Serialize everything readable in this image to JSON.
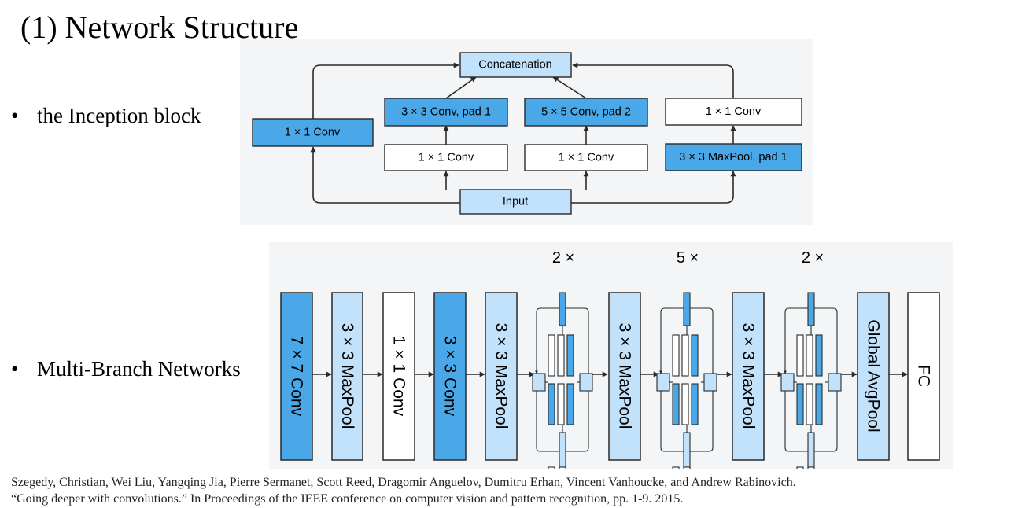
{
  "slide": {
    "title": "(1)  Network Structure",
    "bullet_glyph": "•",
    "bullets": [
      "the Inception block",
      "Multi-Branch Networks"
    ],
    "reference": [
      "Szegedy, Christian, Wei Liu, Yangqing Jia, Pierre Sermanet, Scott Reed, Dragomir Anguelov, Dumitru Erhan, Vincent Vanhoucke, and Andrew Rabinovich.",
      "“Going deeper with convolutions.” In Proceedings of the IEEE conference on computer vision and pattern recognition, pp. 1-9. 2015."
    ]
  },
  "colors": {
    "dark_blue": "#4aa8e8",
    "light_blue": "#c2e1fb",
    "white": "#ffffff",
    "panel": "#f4f5f7",
    "stroke": "#2a2a2a"
  },
  "inception": {
    "concatenation": "Concatenation",
    "input": "Input",
    "branch1_conv": "1 × 1 Conv",
    "branch2_top": "3 × 3 Conv, pad 1",
    "branch2_bottom": "1 × 1 Conv",
    "branch3_top": "5 × 5 Conv, pad 2",
    "branch3_bottom": "1 × 1 Conv",
    "branch4_top": "1 × 1 Conv",
    "branch4_bottom": "3 × 3 MaxPool, pad 1"
  },
  "network": {
    "repeat_1": "2 ×",
    "repeat_2": "5 ×",
    "repeat_3": "2 ×",
    "layers": [
      "7 × 7 Conv",
      "3 × 3 MaxPool",
      "1 × 1 Conv",
      "3 × 3 Conv",
      "3 × 3 MaxPool",
      "3 × 3 MaxPool",
      "3 × 3 MaxPool",
      "Global AvgPool",
      "FC"
    ]
  }
}
